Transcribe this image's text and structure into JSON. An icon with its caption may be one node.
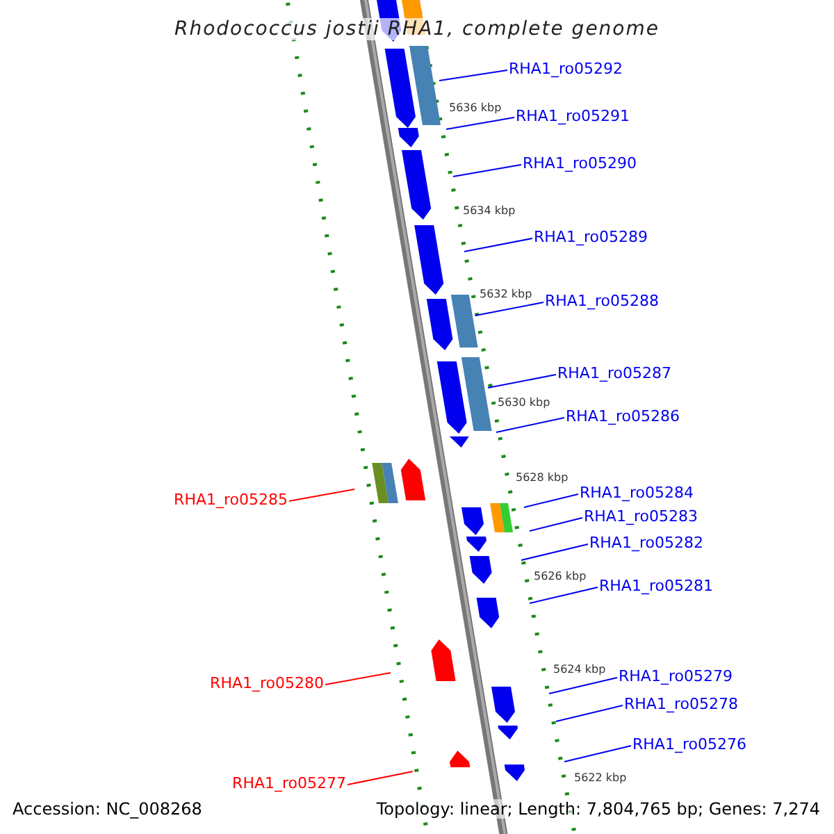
{
  "diagram": {
    "title": "Rhodococcus jostii RHA1, complete genome",
    "nodes": [
      {
        "text": [
          "RHA1_ro05292"
        ]
      },
      {
        "text": [
          "RHA1_ro05291"
        ]
      },
      {
        "text": [
          "RHA1_ro05290"
        ]
      },
      {
        "text": [
          "RHA1_ro05289"
        ]
      },
      {
        "text": [
          "RHA1_ro05288"
        ]
      },
      {
        "text": [
          "RHA1_ro05287"
        ]
      },
      {
        "text": [
          "RHA1_ro05286"
        ]
      },
      {
        "text": [
          "RHA1_ro05284"
        ]
      },
      {
        "text": [
          "RHA1_ro05285"
        ]
      },
      {
        "text": [
          "RHA1_ro05283"
        ]
      },
      {
        "text": [
          "RHA1_ro05282"
        ]
      },
      {
        "text": [
          "RHA1_ro05281"
        ]
      },
      {
        "text": [
          "RHA1_ro05279"
        ]
      },
      {
        "text": [
          "RHA1_ro05280"
        ]
      },
      {
        "text": [
          "RHA1_ro05278"
        ]
      },
      {
        "text": [
          "RHA1_ro05276"
        ]
      },
      {
        "text": [
          "RHA1_ro05277"
        ]
      }
    ],
    "edges": [
      {
        "from": 0,
        "to": null,
        "arrow": "none"
      },
      {
        "from": 1,
        "to": null,
        "arrow": "none"
      },
      {
        "from": 2,
        "to": null,
        "arrow": "none"
      },
      {
        "from": 3,
        "to": null,
        "arrow": "none"
      },
      {
        "from": 4,
        "to": null,
        "arrow": "none"
      },
      {
        "from": 5,
        "to": null,
        "arrow": "none"
      },
      {
        "from": 6,
        "to": null,
        "arrow": "none"
      },
      {
        "from": 7,
        "to": null,
        "arrow": "none"
      },
      {
        "from": 8,
        "to": null,
        "arrow": "none",
        "color": "#ff0000"
      },
      {
        "from": 9,
        "to": null,
        "arrow": "none"
      },
      {
        "from": 10,
        "to": null,
        "arrow": "none"
      },
      {
        "from": 11,
        "to": null,
        "arrow": "none"
      },
      {
        "from": 12,
        "to": null,
        "arrow": "none"
      },
      {
        "from": 13,
        "to": null,
        "arrow": "none",
        "color": "#ff0000"
      },
      {
        "from": 14,
        "to": null,
        "arrow": "none"
      },
      {
        "from": 15,
        "to": null,
        "arrow": "none"
      },
      {
        "from": 16,
        "to": null,
        "arrow": "none",
        "color": "#ff0000"
      }
    ],
    "labels": [
      "5636 kbp",
      "5634 kbp",
      "5632 kbp",
      "5630 kbp",
      "5628 kbp",
      "5626 kbp",
      "5624 kbp",
      "5622 kbp",
      "Accession: NC_008268",
      "Topology: linear; Length: 7,804,765 bp; Genes: 7,274"
    ]
  }
}
